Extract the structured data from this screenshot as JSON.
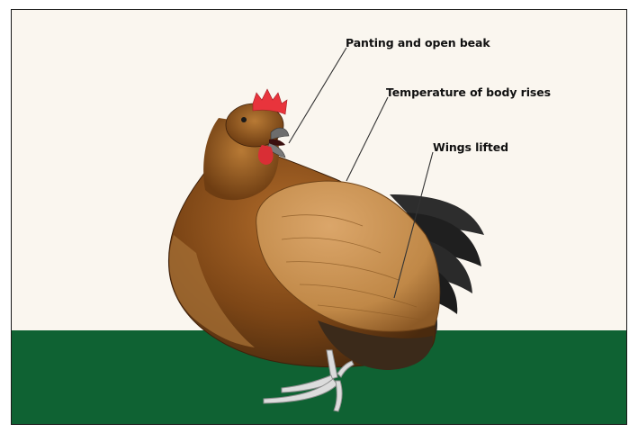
{
  "annotations": {
    "panting": "Panting and open beak",
    "temperature": "Temperature of body rises",
    "wings": "Wings lifted"
  },
  "colors": {
    "background": "#faf6ef",
    "ground": "#0f6233",
    "body": "#8a4f1c",
    "wing": "#c58f4e",
    "tail": "#2b2b2b",
    "comb": "#e8343c",
    "leader_line": "#333333"
  },
  "subject": "hen-icon"
}
